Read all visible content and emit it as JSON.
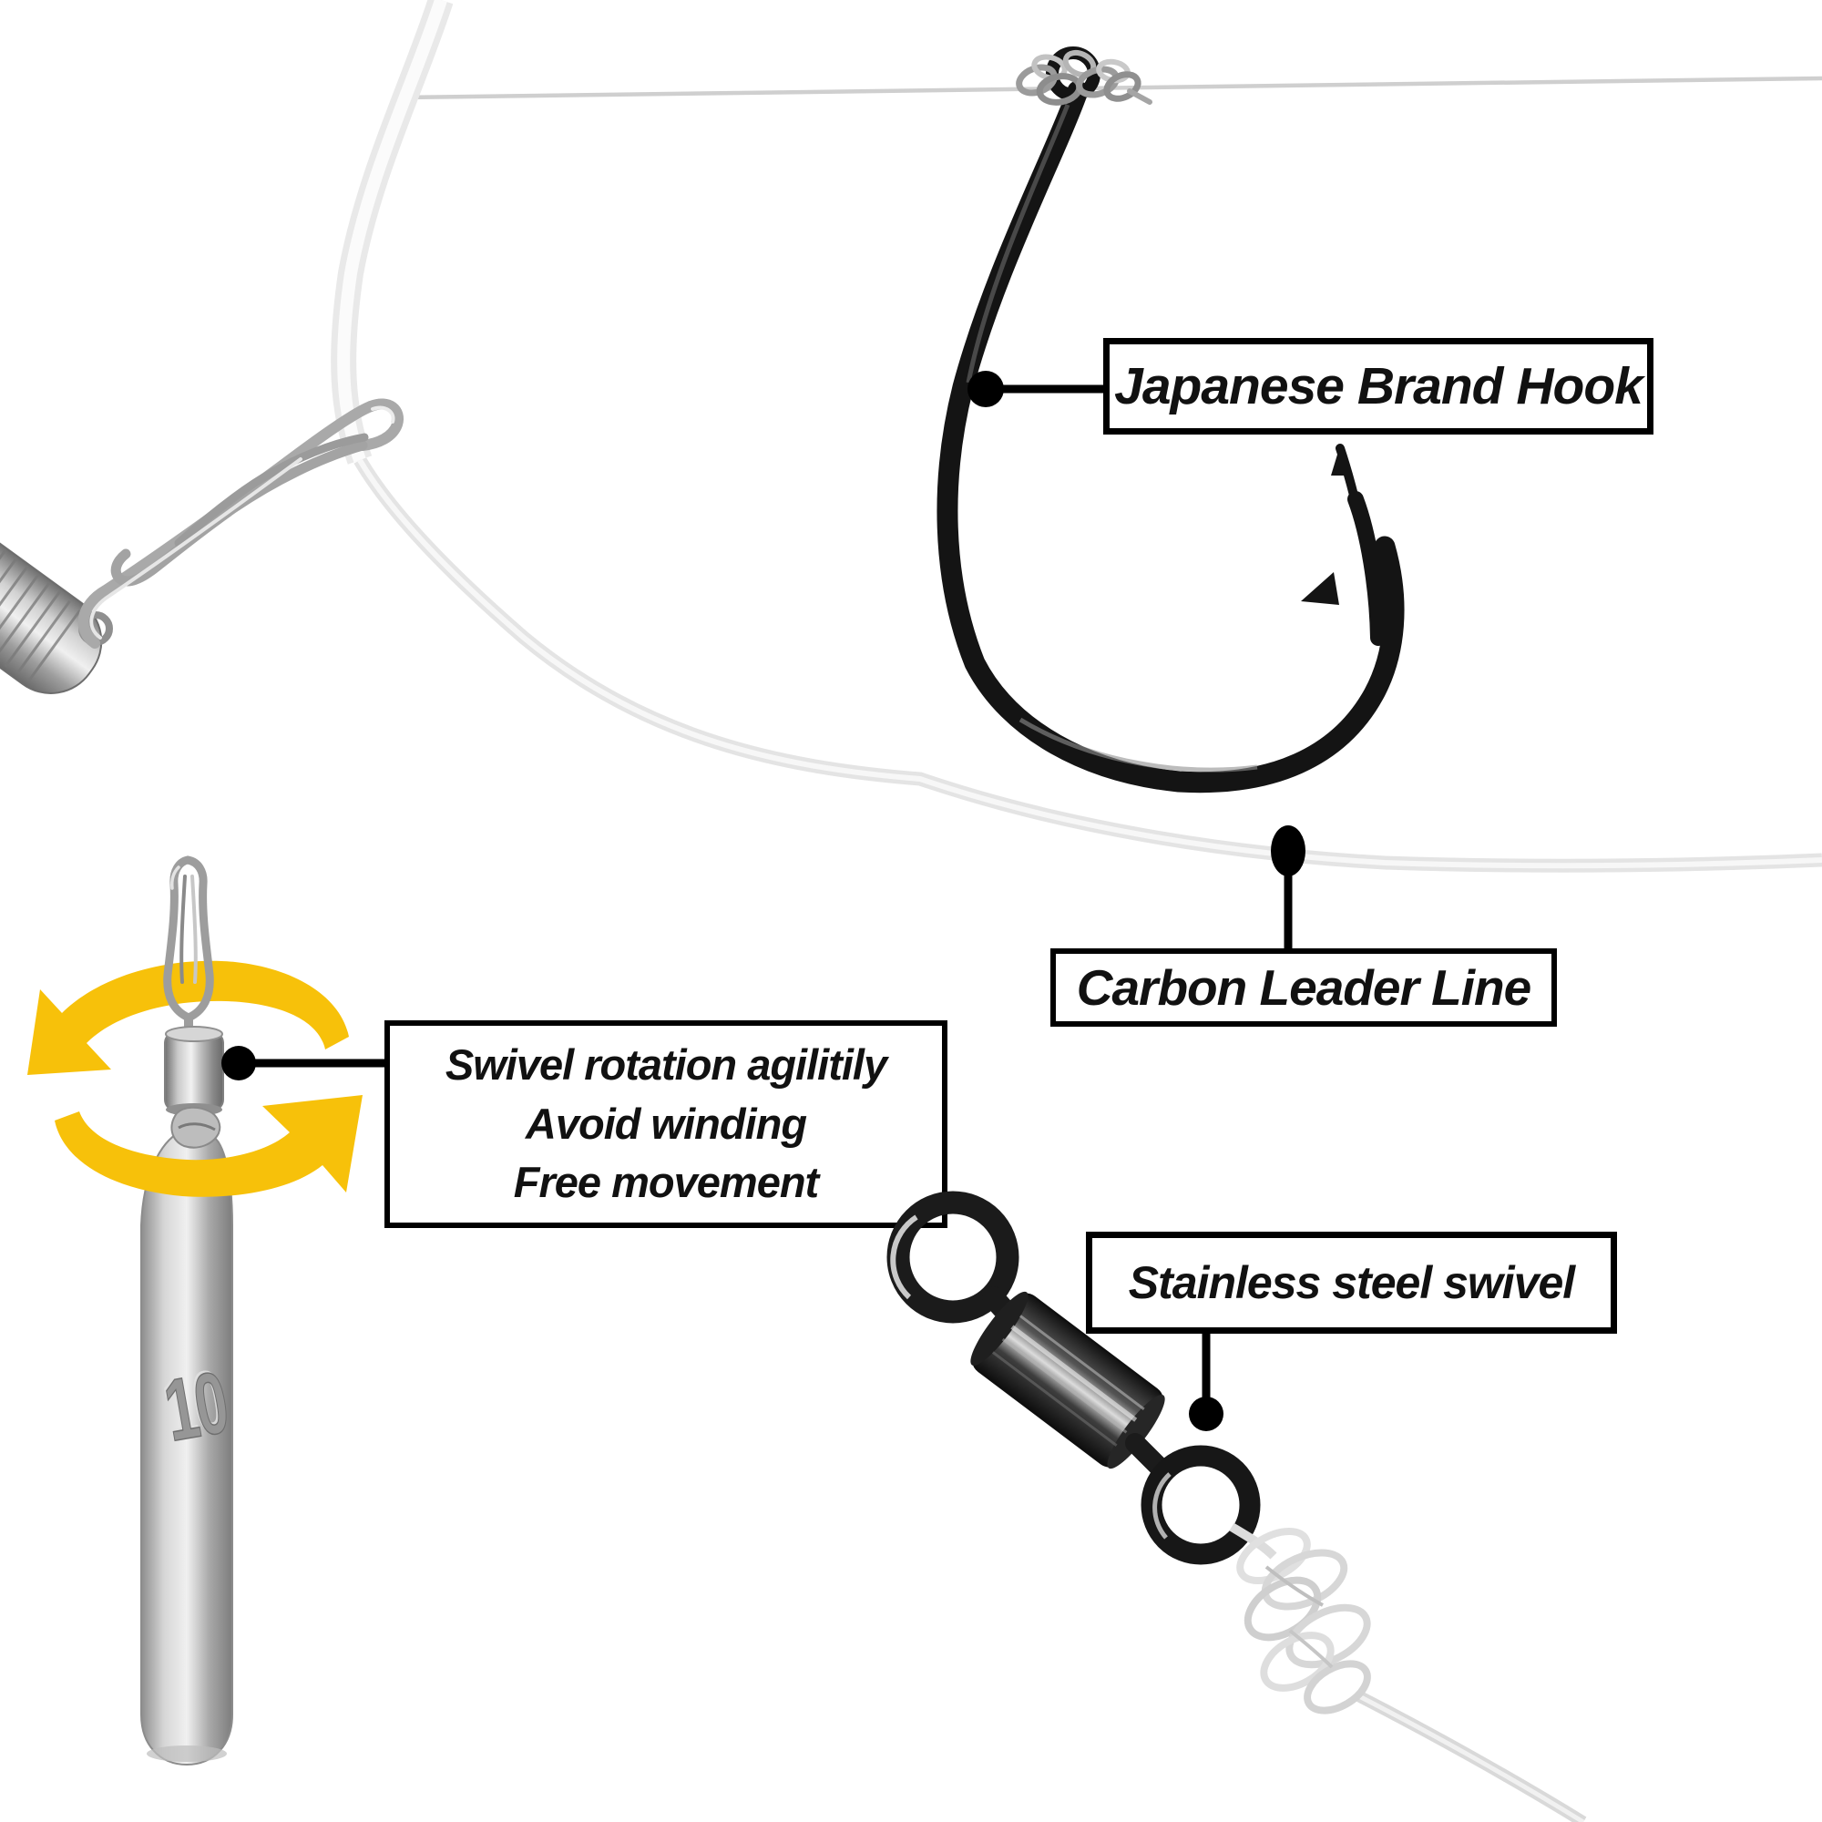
{
  "diagram": {
    "labels": {
      "hook": "Japanese Brand Hook",
      "leader_line": "Carbon Leader Line",
      "swivel_note_lines": [
        "Swivel rotation agilitily",
        "Avoid winding",
        "Free movement"
      ],
      "swivel": "Stainless steel swivel"
    },
    "weight_marking": "10",
    "parts": [
      "japanese-brand-hook",
      "main-fishing-line",
      "carbon-leader-line",
      "snap-clip-with-barrel-swivel",
      "drop-shot-weight",
      "rotation-arrows",
      "stainless-steel-rolling-swivel",
      "clear-line-knot"
    ],
    "colors": {
      "background": "#ffffff",
      "label_border": "#000000",
      "label_text": "#111111",
      "callout_dot": "#000000",
      "rotation_arrow_yellow": "#f7c10a",
      "hook_black": "#141414",
      "swivel_black": "#1b1b1b",
      "leader_line_gray": "#e6e6e6",
      "main_line_gray": "#cfcfcf",
      "metal_silver": "#b9b9b9",
      "knot_clear": "#d8d8d8"
    }
  }
}
